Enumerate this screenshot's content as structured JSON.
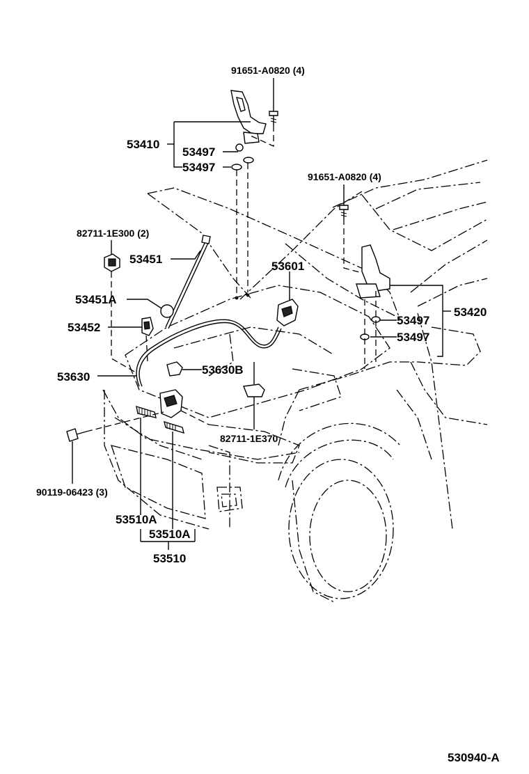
{
  "labels": {
    "p91651_top": "91651-A0820 (4)",
    "p53410": "53410",
    "p53497_a": "53497",
    "p53497_b": "53497",
    "p91651_right": "91651-A0820 (4)",
    "p82711_1E300": "82711-1E300 (2)",
    "p53451": "53451",
    "p53601": "53601",
    "p53451A": "53451A",
    "p53452": "53452",
    "p53420": "53420",
    "p53497_c": "53497",
    "p53497_d": "53497",
    "p53630": "53630",
    "p53630B": "53630B",
    "p82711_1E370": "82711-1E370",
    "p90119": "90119-06423 (3)",
    "p53510A_a": "53510A",
    "p53510A_b": "53510A",
    "p53510": "53510",
    "diagram_code": "530940-A"
  }
}
